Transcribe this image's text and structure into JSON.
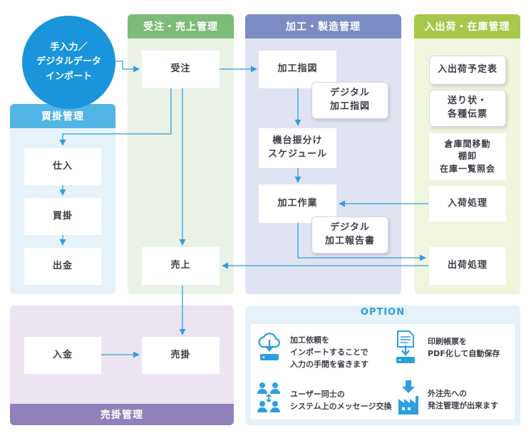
{
  "colors": {
    "sales_green": "#7dbb78",
    "manufacturing_blue": "#7d8cc4",
    "shipping_lime": "#a7c84a",
    "purchase_blue": "#52b5e5",
    "receivable_purple": "#9181ba",
    "arrow": "#2d9fe0",
    "circle": "#1a94db",
    "option_blue": "#2d9fe0"
  },
  "import_circle": {
    "label": "手入力／\nデジタルデータ\nインポート"
  },
  "panels": {
    "sales": {
      "title": "受注・売上管理"
    },
    "manufacturing": {
      "title": "加工・製造管理"
    },
    "shipping": {
      "title": "入出荷・在庫管理"
    },
    "purchase": {
      "title": "買掛管理"
    },
    "receivable": {
      "title": "売掛管理"
    }
  },
  "nodes": {
    "order": "受注",
    "sales": "売上",
    "processing_instruction": "加工指図",
    "digital_processing_instruction": "デジタル\n加工指図",
    "machine_schedule": "機台振分け\nスケジュール",
    "processing_work": "加工作業",
    "digital_processing_report": "デジタル\n加工報告書",
    "shipping_schedule": "入出荷予定表",
    "invoice_slips": "送り状・\n各種伝票",
    "warehouse_ops": "倉庫間移動\n棚卸\n在庫一覧照会",
    "receiving": "入荷処理",
    "shipping_out": "出荷処理",
    "purchase_in": "仕入",
    "payable": "買掛",
    "payment_out": "出金",
    "payment_in": "入金",
    "receivable": "売掛"
  },
  "option": {
    "title": "OPTION",
    "items": [
      {
        "icon": "cloud-upload-icon",
        "text": "加工依頼を\nインポートすることで\n入力の手間を省きます"
      },
      {
        "icon": "pdf-document-icon",
        "text": "印刷帳票を\nPDF化して自動保存"
      },
      {
        "icon": "users-exchange-icon",
        "text": "ユーザー同士の\nシステム上のメッセージ交換"
      },
      {
        "icon": "factory-icon",
        "text": "外注先への\n発注管理が出来ます"
      }
    ]
  }
}
